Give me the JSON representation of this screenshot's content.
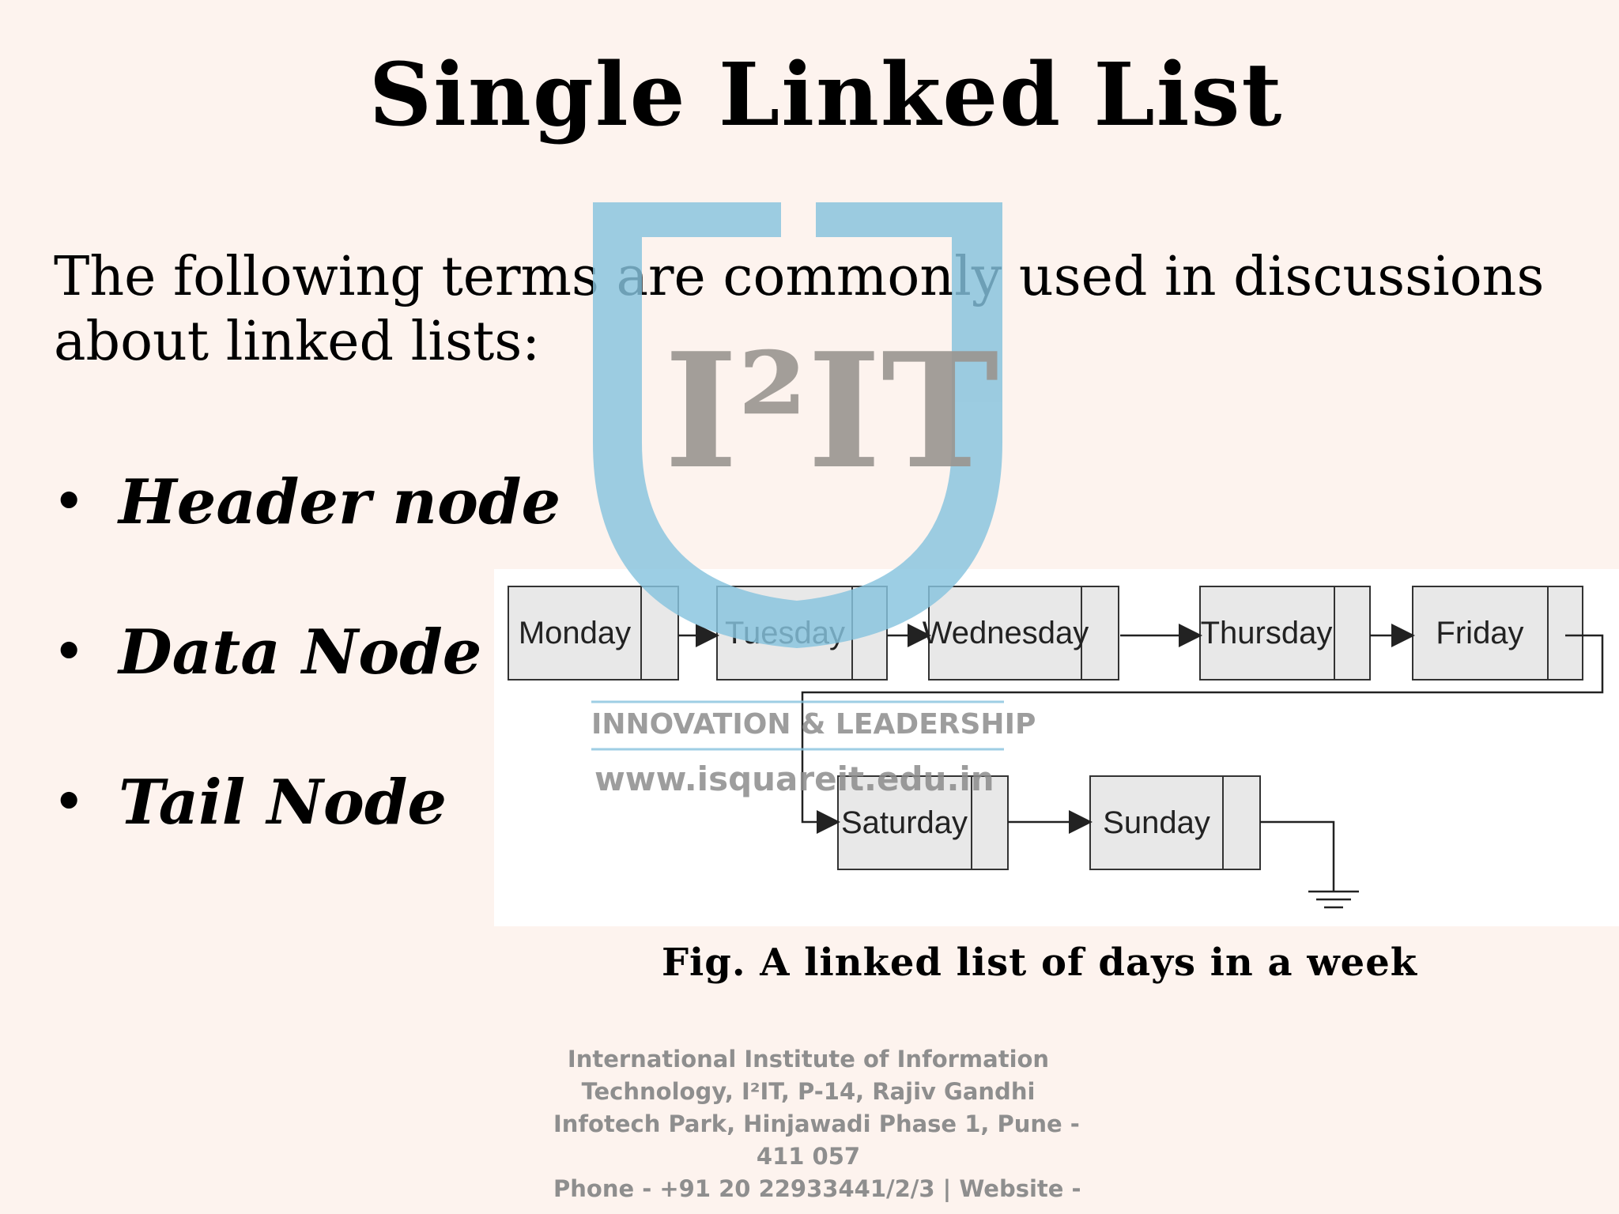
{
  "slide": {
    "title": "Single Linked List",
    "intro": "The following terms are commonly used in discussions about linked lists:",
    "bullets": [
      "Header node",
      "Data Node",
      "Tail Node"
    ],
    "bullet_glyph": "•"
  },
  "watermark": {
    "logo_text": "I²IT",
    "tagline": "INNOVATION & LEADERSHIP",
    "url": "www.isquareit.edu.in",
    "colors": {
      "shield": "#86c3de",
      "letters": "#9a9590"
    }
  },
  "figure": {
    "nodes": [
      "Monday",
      "Tuesday",
      "Wednesday",
      "Thursday",
      "Friday",
      "Saturday",
      "Sunday"
    ],
    "caption": "Fig. A linked list of days in a week",
    "colors": {
      "node_fill": "#e8e8e8",
      "stroke": "#333333"
    }
  },
  "footer": {
    "lines": [
      "International Institute of Information",
      "Technology, I²IT, P-14, Rajiv Gandhi",
      "Infotech Park, Hinjawadi Phase 1, Pune -",
      "411 057",
      "Phone - +91 20 22933441/2/3 | Website -"
    ]
  }
}
